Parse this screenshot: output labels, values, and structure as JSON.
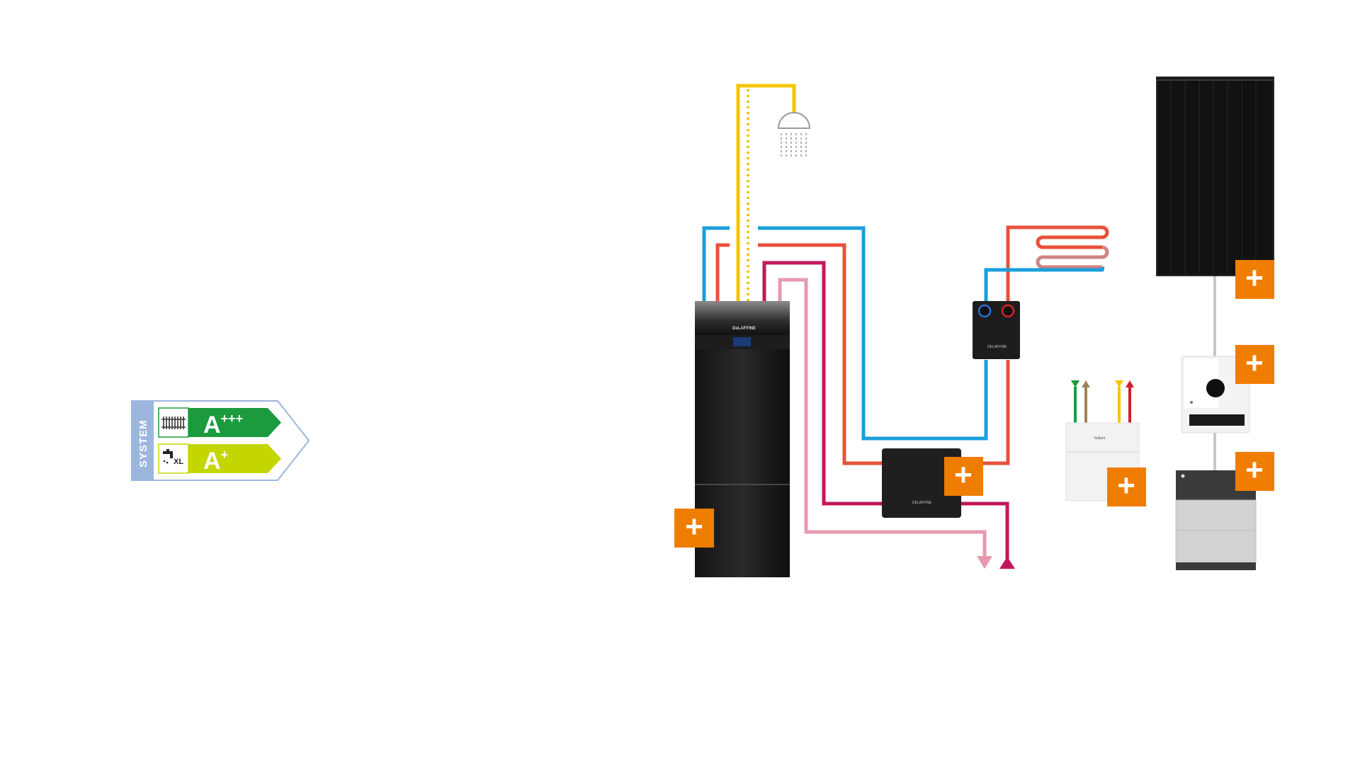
{
  "energy_label": {
    "system_text": "SYSTEM",
    "heating": {
      "class_letter": "A",
      "class_plus": "+++",
      "icon": "radiator-icon",
      "color": "#1b9b3e"
    },
    "hot_water": {
      "class_letter": "A",
      "class_plus": "+",
      "load_profile": "XL",
      "icon": "tap-icon",
      "color": "#c4d600"
    },
    "accent_color": "#9cb6de"
  },
  "brand": {
    "heat_pump_logo": "DeLAFFINE",
    "station_logo": "DELAFFINE",
    "controller_logo": "DELAFFINE",
    "ventilation_logo": "Vaillant"
  },
  "plus_buttons": [
    {
      "id": "heat-pump",
      "label": "+"
    },
    {
      "id": "controller",
      "label": "+"
    },
    {
      "id": "ventilation",
      "label": "+"
    },
    {
      "id": "pv-module",
      "label": "+"
    },
    {
      "id": "inverter",
      "label": "+"
    },
    {
      "id": "battery",
      "label": "+"
    }
  ],
  "colors": {
    "plus_button": "#ef7d00",
    "cold_water": "#f5c400",
    "flow_blue": "#1a9fdb",
    "flow_red": "#e8523a",
    "flow_magenta": "#c2185b",
    "flow_pink": "#e79aae",
    "cable_grey": "#c8c8c8"
  }
}
